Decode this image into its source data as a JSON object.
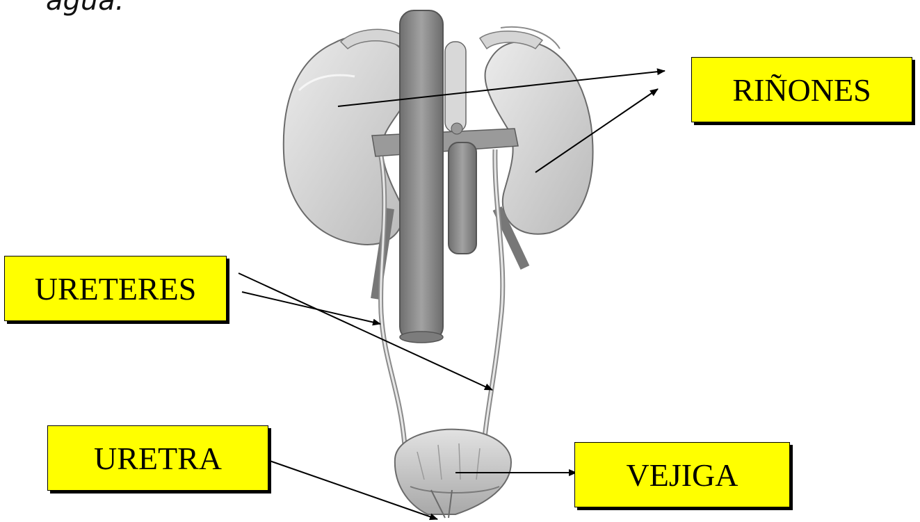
{
  "top_fragment": "agua.",
  "labels": {
    "rinones": "RIÑONES",
    "ureteres": "URETERES",
    "uretra": "URETRA",
    "vejiga": "VEJIGA"
  },
  "colors": {
    "label_bg": "#ffff00",
    "organ_light": "#d8d8d8",
    "organ_dark": "#8a8a8a",
    "outline": "#555555"
  }
}
